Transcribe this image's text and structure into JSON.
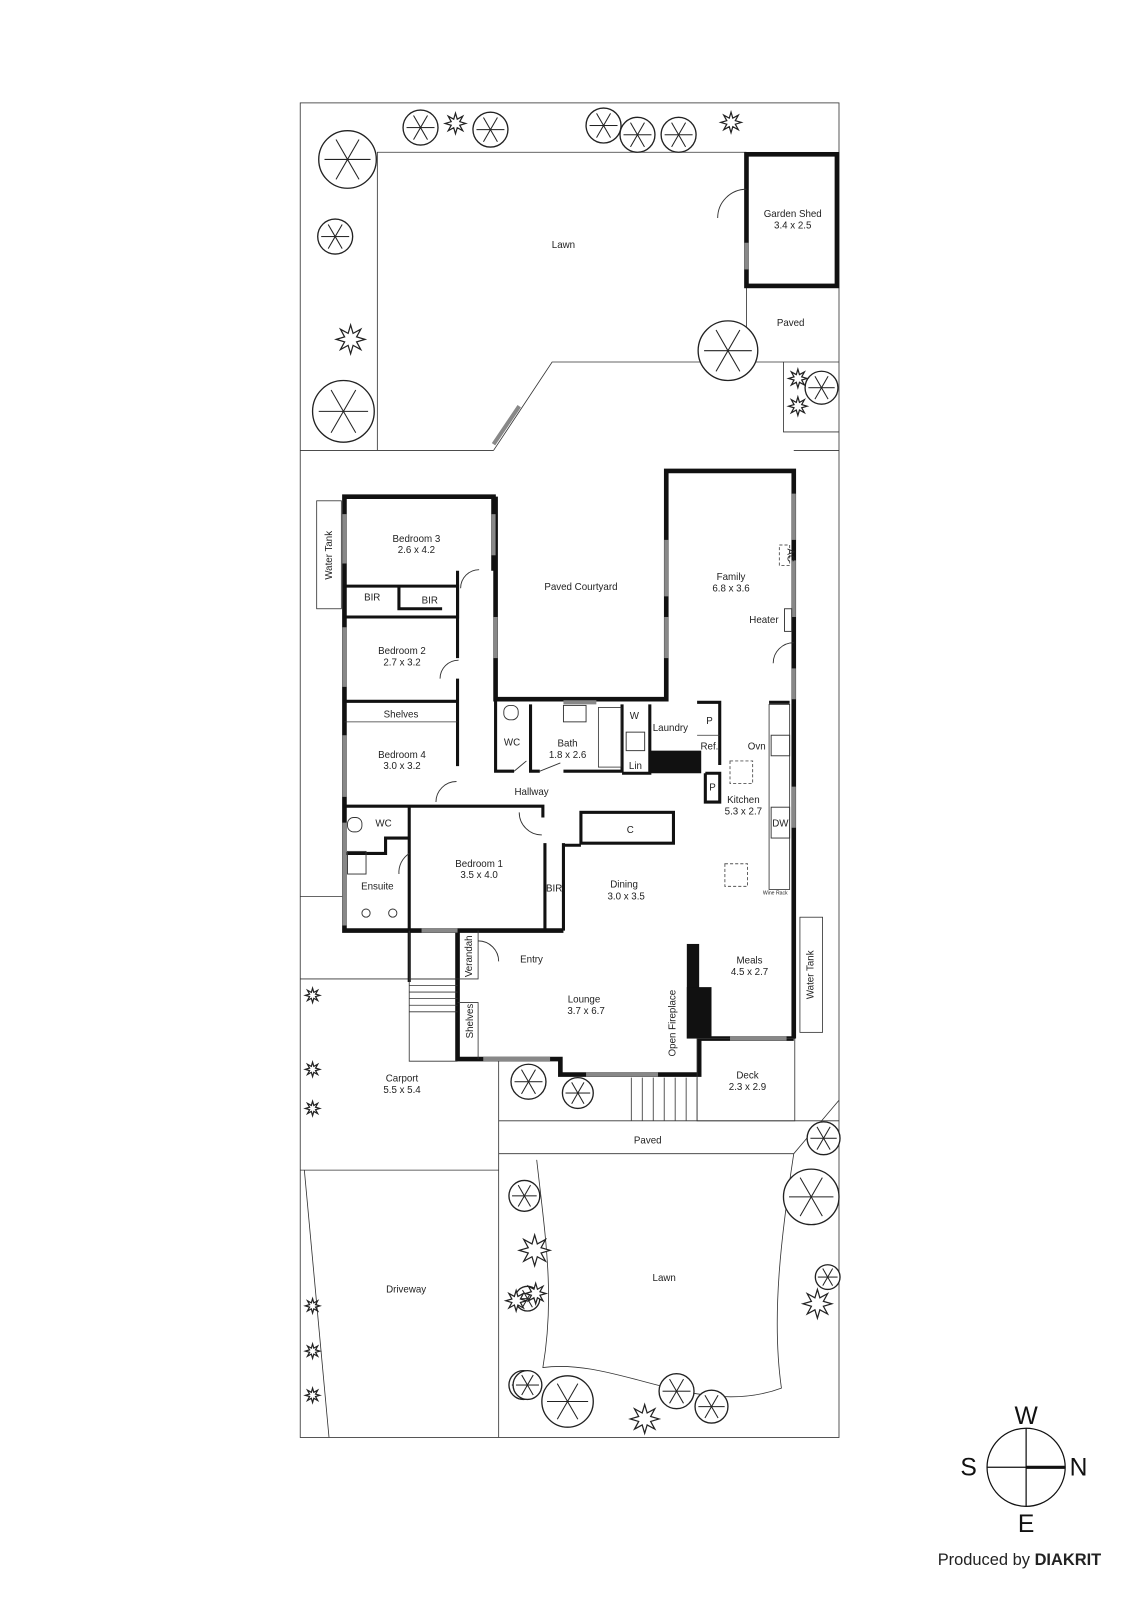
{
  "rooms": {
    "lawn_top": "Lawn",
    "garden_shed": {
      "name": "Garden Shed",
      "size": "3.4 x 2.5"
    },
    "paved_top": "Paved",
    "water_tank_left": "Water Tank",
    "bedroom3": {
      "name": "Bedroom 3",
      "size": "2.6 x 4.2"
    },
    "bir_b3": "BIR",
    "bir_b2": "BIR",
    "bedroom2": {
      "name": "Bedroom 2",
      "size": "2.7 x 3.2"
    },
    "shelves_b4": "Shelves",
    "bedroom4": {
      "name": "Bedroom 4",
      "size": "3.0 x 3.2"
    },
    "paved_courtyard": "Paved Courtyard",
    "family": {
      "name": "Family",
      "size": "6.8 x 3.6"
    },
    "ac": "AC",
    "heater": "Heater",
    "wc_main": "WC",
    "bath": {
      "name": "Bath",
      "size": "1.8 x 2.6"
    },
    "w": "W",
    "laundry": "Laundry",
    "lin": "Lin",
    "p1": "P",
    "ref": "Ref.",
    "p2": "P",
    "ovn": "Ovn",
    "kitchen": {
      "name": "Kitchen",
      "size": "5.3 x 2.7"
    },
    "dw": "DW",
    "wine_rack": "Wine Rack",
    "hallway": "Hallway",
    "c": "C",
    "wc_ensuite": "WC",
    "ensuite": "Ensuite",
    "bedroom1": {
      "name": "Bedroom 1",
      "size": "3.5 x 4.0"
    },
    "bir_b1": "BIR",
    "dining": {
      "name": "Dining",
      "size": "3.0 x 3.5"
    },
    "verandah": "Verandah",
    "entry": "Entry",
    "meals": {
      "name": "Meals",
      "size": "4.5 x 2.7"
    },
    "water_tank_right": "Water Tank",
    "lounge": {
      "name": "Lounge",
      "size": "3.7 x 6.7"
    },
    "shelves_lounge": "Shelves",
    "open_fireplace": "Open Fireplace",
    "carport": {
      "name": "Carport",
      "size": "5.5 x 5.4"
    },
    "deck": {
      "name": "Deck",
      "size": "2.3 x 2.9"
    },
    "paved_bottom": "Paved",
    "driveway": "Driveway",
    "lawn_bottom": "Lawn"
  },
  "compass": {
    "top": "W",
    "left": "S",
    "right": "N",
    "bottom": "E"
  },
  "credit": {
    "prefix": "Produced by",
    "brand": "DIAKRIT"
  }
}
